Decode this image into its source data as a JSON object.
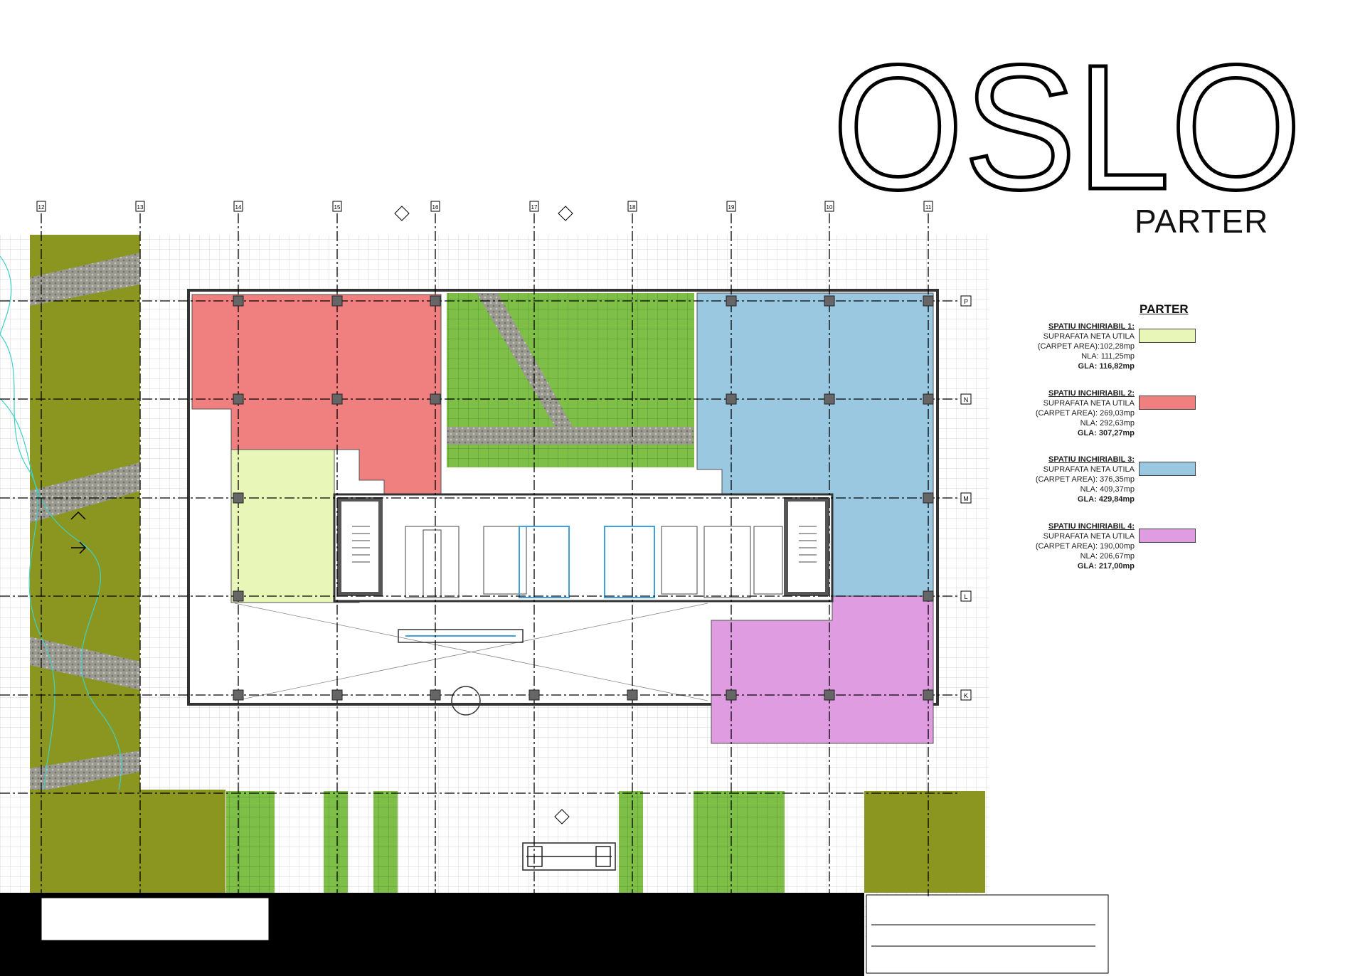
{
  "title": "OSLO",
  "subtitle": "PARTER",
  "legend": {
    "heading": "PARTER",
    "items": [
      {
        "title": "SPATIU INCHIRIABIL 1:",
        "line1": "SUPRAFATA NETA UTILA",
        "line2": "(CARPET AREA):102,28mp",
        "nla": "NLA: 111,25mp",
        "gla": "GLA: 116,82mp",
        "color": "#e8f7b8"
      },
      {
        "title": "SPATIU INCHIRIABIL 2:",
        "line1": "SUPRAFATA NETA UTILA",
        "line2": "(CARPET AREA): 269,03mp",
        "nla": "NLA: 292,63mp",
        "gla": "GLA: 307,27mp",
        "color": "#f08080"
      },
      {
        "title": "SPATIU INCHIRIABIL 3:",
        "line1": "SUPRAFATA NETA UTILA",
        "line2": "(CARPET AREA): 376,35mp",
        "nla": "NLA: 409,37mp",
        "gla": "GLA: 429,84mp",
        "color": "#9ac8e0"
      },
      {
        "title": "SPATIU INCHIRIABIL 4:",
        "line1": "SUPRAFATA NETA UTILA",
        "line2": "(CARPET AREA): 190,00mp",
        "nla": "NLA: 206,67mp",
        "gla": "GLA: 217,00mp",
        "color": "#e09ce0"
      }
    ]
  },
  "grid_axes": {
    "columns": [
      "12",
      "13",
      "14",
      "15",
      "16",
      "17",
      "18",
      "19",
      "10",
      "11"
    ],
    "rows": [
      "P",
      "N",
      "M",
      "L",
      "K"
    ]
  },
  "colors": {
    "space1": "#e8f7b8",
    "space2": "#f08080",
    "space3": "#9ac8e0",
    "space4": "#e09ce0",
    "olive": "#8a9620",
    "lawn": "#7fbf48"
  }
}
